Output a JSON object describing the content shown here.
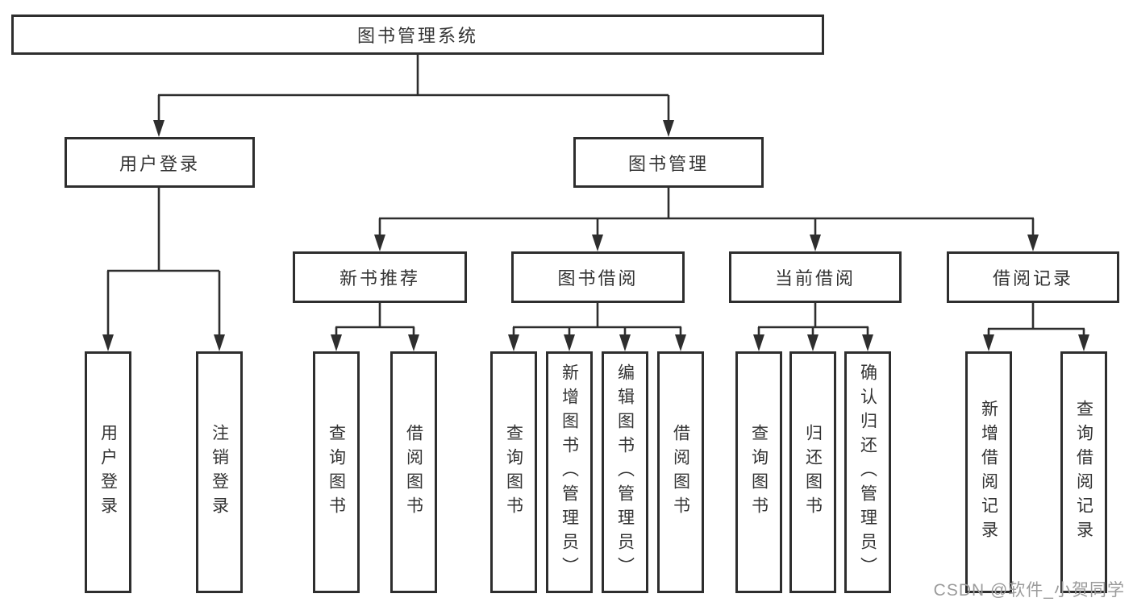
{
  "tree": {
    "label": "图书管理系统",
    "children": [
      {
        "label": "用户登录",
        "children": [
          {
            "label": "用户登录"
          },
          {
            "label": "注销登录"
          }
        ]
      },
      {
        "label": "图书管理",
        "children": [
          {
            "label": "新书推荐",
            "children": [
              {
                "label": "查询图书"
              },
              {
                "label": "借阅图书"
              }
            ]
          },
          {
            "label": "图书借阅",
            "children": [
              {
                "label": "查询图书"
              },
              {
                "label": "新增图书（管理员）"
              },
              {
                "label": "编辑图书（管理员）"
              },
              {
                "label": "借阅图书"
              }
            ]
          },
          {
            "label": "当前借阅",
            "children": [
              {
                "label": "查询图书"
              },
              {
                "label": "归还图书"
              },
              {
                "label": "确认归还（管理员）"
              }
            ]
          },
          {
            "label": "借阅记录",
            "children": [
              {
                "label": "新增借阅记录"
              },
              {
                "label": "查询借阅记录"
              }
            ]
          }
        ]
      }
    ]
  },
  "watermark": {
    "text": "CSDN @软件_小贺同学"
  },
  "colors": {
    "line": "#2e2e2e",
    "border": "#2e2e2e",
    "text": "#333333",
    "watermark": "#9b9b9b",
    "background": "#ffffff"
  }
}
